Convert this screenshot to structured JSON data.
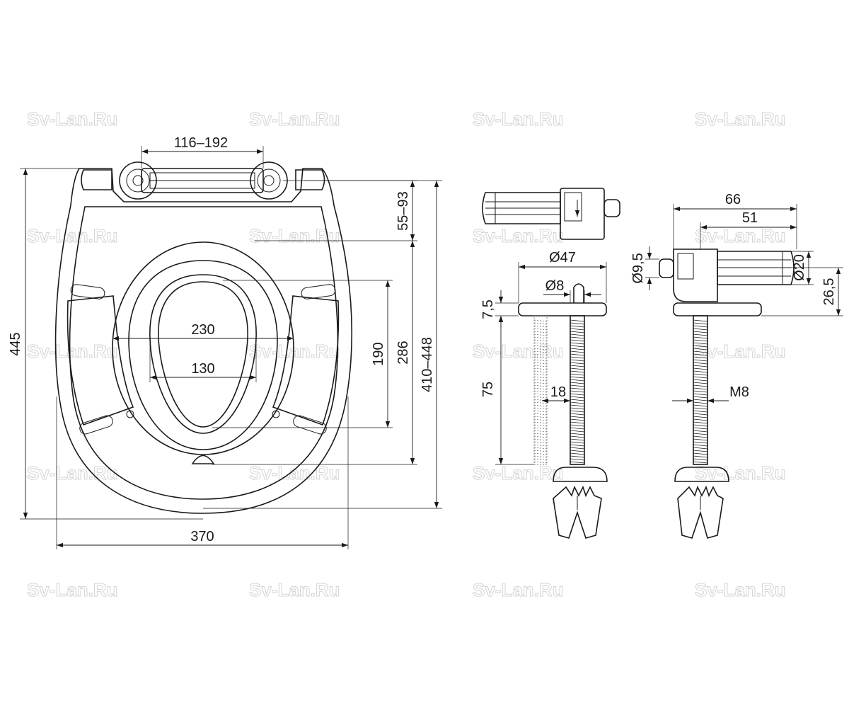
{
  "watermark": "Sv-Lan.Ru",
  "seat": {
    "hinge_spacing": "116–192",
    "overall_length": "445",
    "overall_width": "370",
    "hinge_offset": "55–93",
    "outer_opening_width": "230",
    "inner_opening_width": "130",
    "opening_length": "190",
    "ring_length": "286",
    "fit_length": "410–448"
  },
  "fixing_side": {
    "flange_diameter": "Ø47",
    "bolt_diameter": "Ø8",
    "flange_height": "7,5",
    "bolt_length": "75",
    "thread_width": "18"
  },
  "hinge_side": {
    "total_length": "66",
    "body_length": "51",
    "pin_diameter": "Ø9,5",
    "body_diameter": "Ø20",
    "body_height": "26,5",
    "thread": "M8"
  }
}
